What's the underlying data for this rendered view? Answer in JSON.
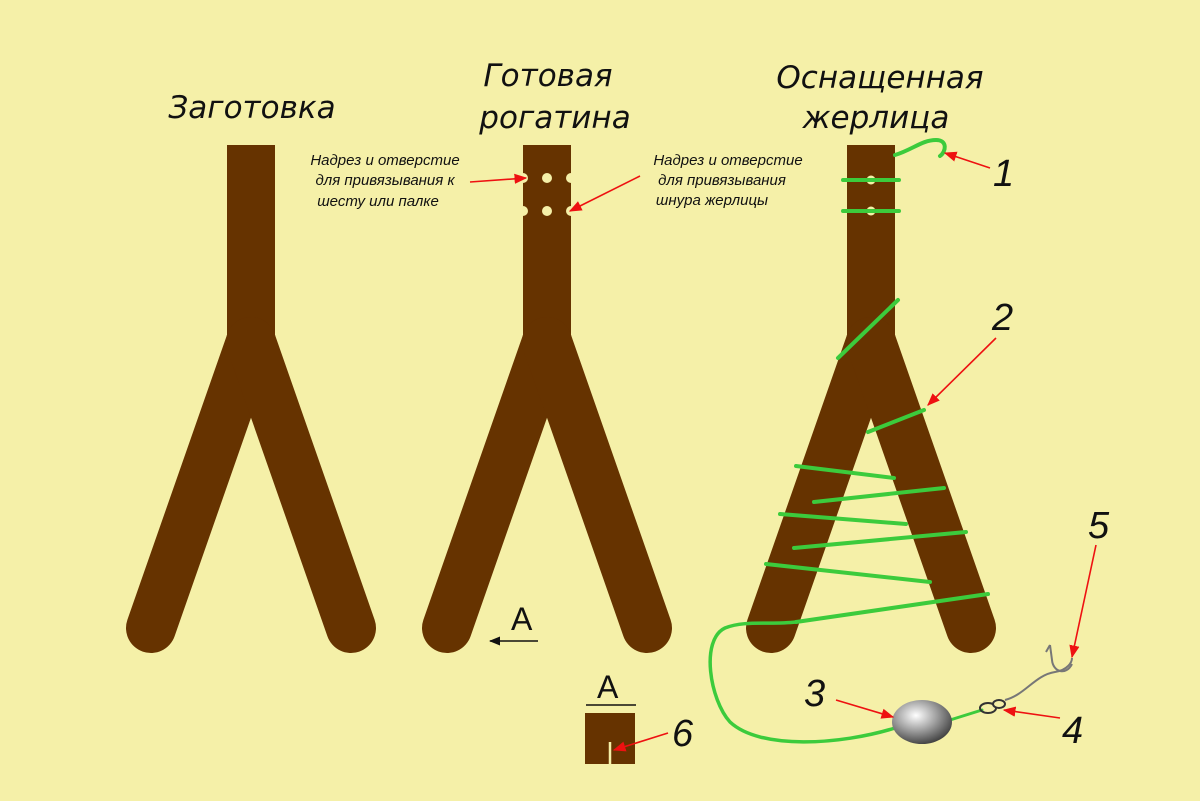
{
  "titles": {
    "blank": "Заготовка",
    "ready_line1": "Готовая",
    "ready_line2": "рогатина",
    "rigged_line1": "Оснащенная",
    "rigged_line2": "жерлица"
  },
  "notes": {
    "pole": [
      "Надрез и отверстие",
      "для привязывания к",
      "шесту или палке"
    ],
    "line": [
      "Надрез и отверстие",
      "для привязывания",
      "шнура жерлицы"
    ]
  },
  "callouts": [
    "1",
    "2",
    "3",
    "4",
    "5",
    "6"
  ],
  "section": {
    "arrow_label": "A",
    "view_label": "A"
  },
  "colors": {
    "background": "#f5f0a8",
    "wood": "#663300",
    "cord": "#3ccb3c",
    "pointer": "#e11111",
    "notch": "#f5f0a8",
    "sinker": "#8c8c8c"
  }
}
